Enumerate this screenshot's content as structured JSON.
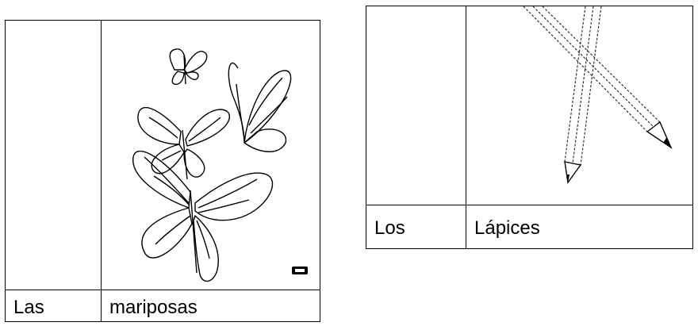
{
  "cards": [
    {
      "article": "Las",
      "word": "mariposas",
      "image": {
        "icon": "butterflies-drawing-icon"
      }
    },
    {
      "article": "Los",
      "word": "Lápices",
      "image": {
        "icon": "pencils-drawing-icon"
      }
    }
  ]
}
